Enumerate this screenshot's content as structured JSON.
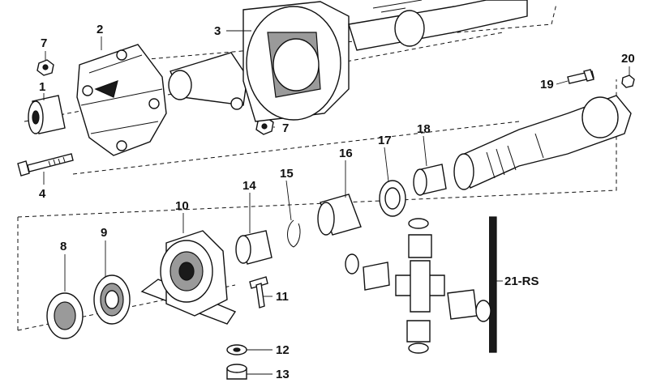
{
  "labels": {
    "p1": "1",
    "p2": "2",
    "p3": "3",
    "p4": "4",
    "p7a": "7",
    "p7b": "7",
    "p8": "8",
    "p9": "9",
    "p10": "10",
    "p11": "11",
    "p12": "12",
    "p13": "13",
    "p14": "14",
    "p15": "15",
    "p16": "16",
    "p17": "17",
    "p18": "18",
    "p19": "19",
    "p20": "20",
    "p21": "21-RS"
  }
}
